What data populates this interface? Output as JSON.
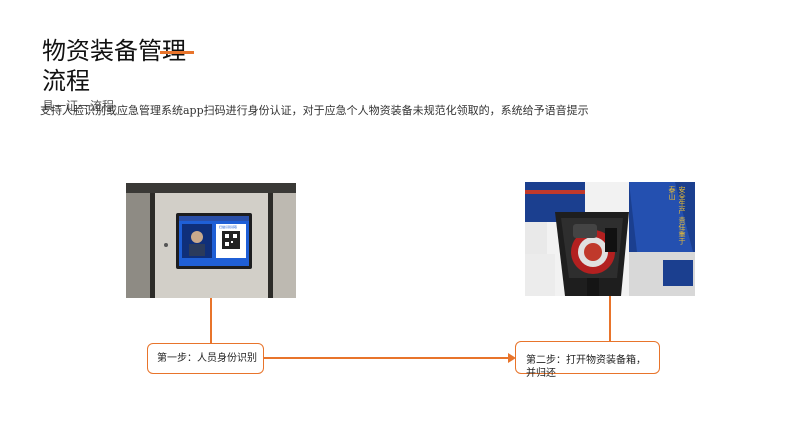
{
  "title": {
    "line1": "物资装备管理",
    "line2": "流程"
  },
  "subtitle": "具一证一流程",
  "description": "支持人脸识别或应急管理系统app扫码进行身份认证，对于应急个人物资装备未规范化领取的，系统给予语音提示",
  "screen_left_header": "",
  "screen_panel_text": "扫描识别领取",
  "cabinet_banner": "安全生产 责任重于泰山",
  "steps": [
    {
      "label": "第一步：人员身份识别"
    },
    {
      "label": "第二步：打开物资装备箱，并归还"
    }
  ],
  "colors": {
    "accent": "#e8742b",
    "screen_blue": "#1f5fd6"
  }
}
